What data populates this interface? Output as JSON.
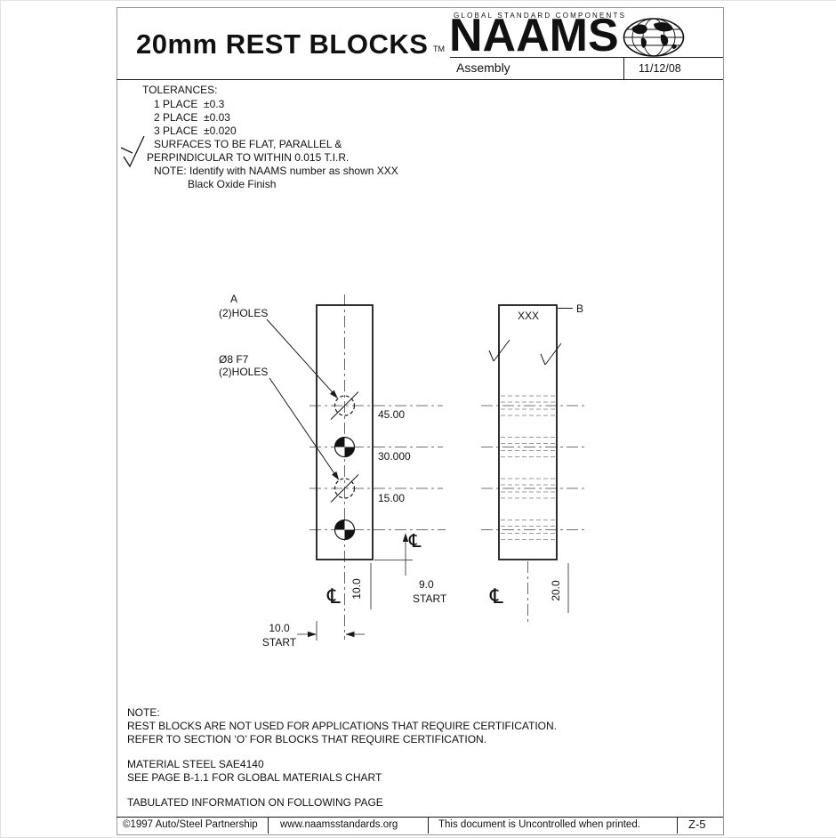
{
  "header": {
    "title": "20mm REST BLOCKS",
    "tm": "TM",
    "brand_tagline": "GLOBAL STANDARD COMPONENTS",
    "brand_name": "NAAMS",
    "subtitle": "Assembly",
    "date": "11/12/08"
  },
  "tolerances": {
    "heading": "TOLERANCES:",
    "place1": "1 PLACE  ±0.3",
    "place2": "2 PLACE  ±0.03",
    "place3": "3 PLACE  ±0.020",
    "surface1": "SURFACES TO BE FLAT, PARALLEL &",
    "surface2": "PERPINDICULAR TO WITHIN 0.015 T.I.R.",
    "note1": "NOTE: Identify with NAAMS number as shown XXX",
    "note2": "Black Oxide Finish"
  },
  "drawing": {
    "label_a": "A",
    "label_a_holes": "(2)HOLES",
    "label_dia": "Ø8 F7",
    "label_dia_holes": "(2)HOLES",
    "dim_45": "45.00",
    "dim_30": "30.000",
    "dim_15": "15.00",
    "dim_10_vertical": "10.0",
    "dim_9": "9.0",
    "dim_9_start": "START",
    "dim_10_bottom": "10.0",
    "dim_10_start": "START",
    "dim_20": "20.0",
    "part_marking": "XXX",
    "label_b": "B",
    "centerline_symbol": "℄"
  },
  "notes": {
    "heading": "NOTE:",
    "line1": "REST BLOCKS ARE NOT USED FOR APPLICATIONS THAT REQUIRE CERTIFICATION.",
    "line2": "REFER TO SECTION ‘O’ FOR BLOCKS THAT REQUIRE CERTIFICATION.",
    "material": "MATERIAL STEEL SAE4140",
    "materials_ref": "SEE PAGE B-1.1 FOR GLOBAL MATERIALS CHART",
    "tabulated": "TABULATED INFORMATION ON FOLLOWING PAGE"
  },
  "footer": {
    "copyright": "©1997 Auto/Steel Partnership",
    "website": "www.naamsstandards.org",
    "note": "This document is Uncontrolled when printed.",
    "page": "Z-5"
  },
  "colors": {
    "ink": "#111111",
    "paper": "#ffffff"
  }
}
